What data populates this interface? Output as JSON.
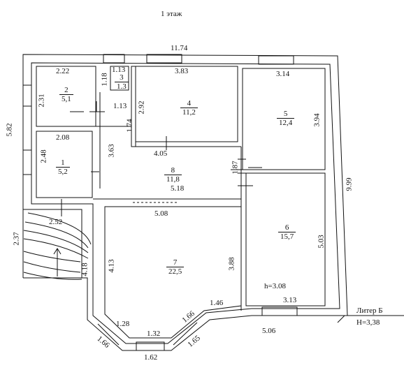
{
  "title": "1 этаж",
  "rooms": [
    {
      "num": "1",
      "area": "5,2"
    },
    {
      "num": "2",
      "area": "5,1"
    },
    {
      "num": "3",
      "area": "1.3"
    },
    {
      "num": "4",
      "area": "11,2"
    },
    {
      "num": "5",
      "area": "12,4"
    },
    {
      "num": "6",
      "area": "15,7"
    },
    {
      "num": "7",
      "area": "22,5"
    },
    {
      "num": "8",
      "area": "11,8"
    }
  ],
  "dims": {
    "top": "11.74",
    "left": "5.82",
    "right": "9.99",
    "r2_w": "2.22",
    "r2_h": "2.31",
    "r3_w": "1.13",
    "r3_h": "1.18",
    "r3_b": "1.13",
    "r4_w": "3.83",
    "r4_h": "2.92",
    "r4_b": "4.05",
    "r5_w": "3.14",
    "r5_h": "3.94",
    "r1_w": "2.08",
    "r1_h": "2.48",
    "corr_174": "1.74",
    "corr_363": "3.63",
    "corr_187": "1.87",
    "r8_w": "5.18",
    "r1_b": "2.52",
    "r7_w": "5.08",
    "r7_l": "4.13",
    "r7_r": "3.88",
    "r7_br": "1.46",
    "bay_l": "1.28",
    "bay_c": "1.32",
    "bay_r": "1.66",
    "bay_bl": "1.66",
    "bay_br": "1.65",
    "bay_b": "1.62",
    "r6_h": "5.03",
    "r6_b": "3.13",
    "height": "h=3.08",
    "porch_237": "2.37",
    "porch_418": "4.18",
    "bottom_506": "5.06"
  },
  "legend": {
    "liter": "Литер Б",
    "height": "H=3,38"
  }
}
